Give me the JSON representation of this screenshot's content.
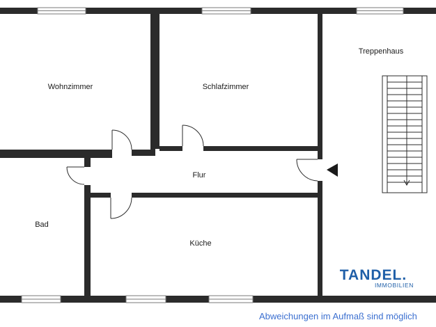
{
  "rooms": {
    "wohnzimmer": "Wohnzimmer",
    "schlafzimmer": "Schlafzimmer",
    "treppenhaus": "Treppenhaus",
    "flur": "Flur",
    "bad": "Bad",
    "kueche": "Küche"
  },
  "logo": {
    "name": "TANDEL.",
    "subtitle": "IMMOBILIEN"
  },
  "disclaimer": "Abweichungen im Aufmaß sind möglich",
  "colors": {
    "wall": "#2b2b2b",
    "window": "#7a7a7a",
    "brand": "#1f5fa8",
    "disclaimer": "#3b6fd0"
  },
  "icons": {
    "entrance": "entrance-arrow-icon",
    "stairs": "staircase-icon"
  }
}
